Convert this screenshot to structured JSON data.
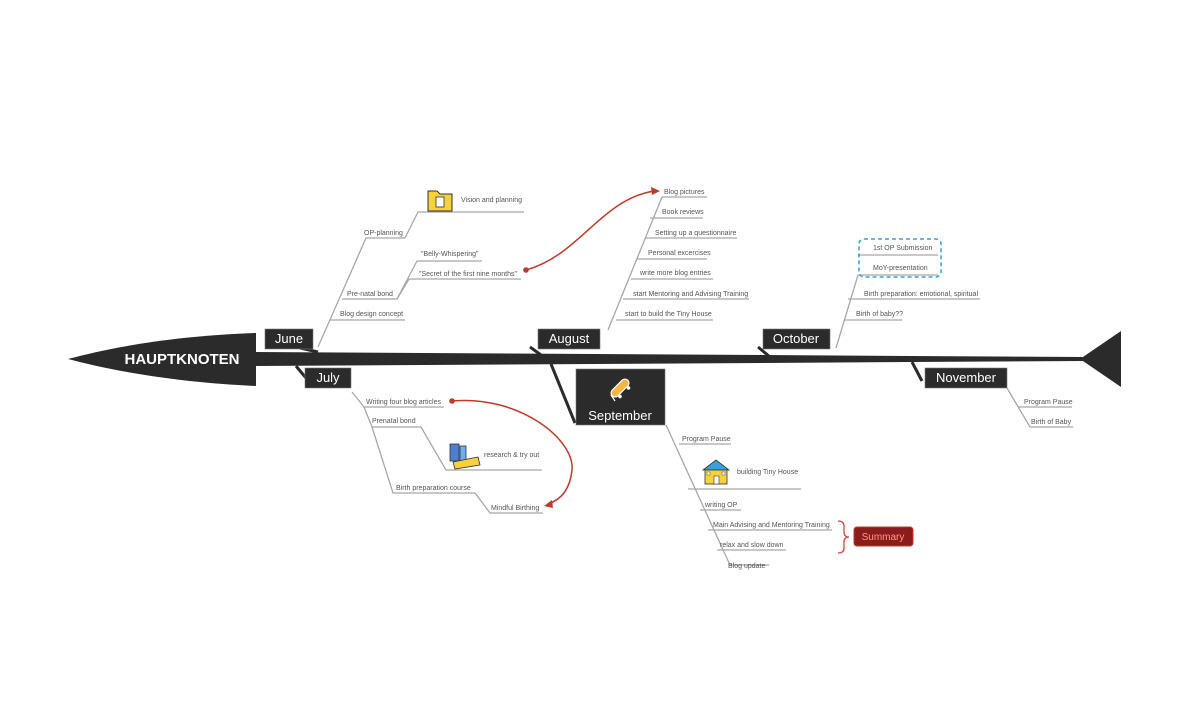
{
  "central_topic": "HAUPTKNOTEN",
  "colors": {
    "spine": "#2b2b2b",
    "label_bg": "#2b2b2b",
    "branch_line": "#a7a7a7",
    "relation_arrow": "#c0392b",
    "boundary": "#3aa0d8",
    "summary_bg": "#8a1c1c",
    "summary_text": "#ff9a8a",
    "summary_brace": "#d64541"
  },
  "months": {
    "june": {
      "label": "June",
      "items": [
        "OP-planning",
        "Vision and planning",
        "Pre-natal bond",
        "\"Belly-Whispering\"",
        "\"Secret of the first nine months\"",
        "Blog design concept"
      ]
    },
    "july": {
      "label": "July",
      "items": [
        "Writing four blog articles",
        "Prenatal bond",
        "research & try out",
        "Birth preparation course",
        "Mindful Birthing"
      ]
    },
    "august": {
      "label": "August",
      "items": [
        "Blog pictures",
        "Book reviews",
        "Setting up a questionnaire",
        "Personal excercises",
        "write more blog entries",
        "start Mentoring and Advising Training",
        "start to build the Tiny House"
      ]
    },
    "september": {
      "label": "September",
      "icon": "skateboard-icon",
      "items": [
        "Program Pause",
        "building Tiny House",
        "writing OP",
        "Main Advising and Mentoring Training",
        "relax and slow down",
        "Blog update"
      ]
    },
    "october": {
      "label": "October",
      "items": [
        "1st OP Submission",
        "MoY-presentation",
        "Birth preparation: emotional, spiritual",
        "Birth of baby??"
      ]
    },
    "november": {
      "label": "November",
      "items": [
        "Program Pause",
        "Birth of Baby"
      ]
    }
  },
  "summary": {
    "label": "Summary"
  },
  "icons": {
    "folder": "folder-icon",
    "books": "books-icon",
    "house": "house-icon"
  }
}
